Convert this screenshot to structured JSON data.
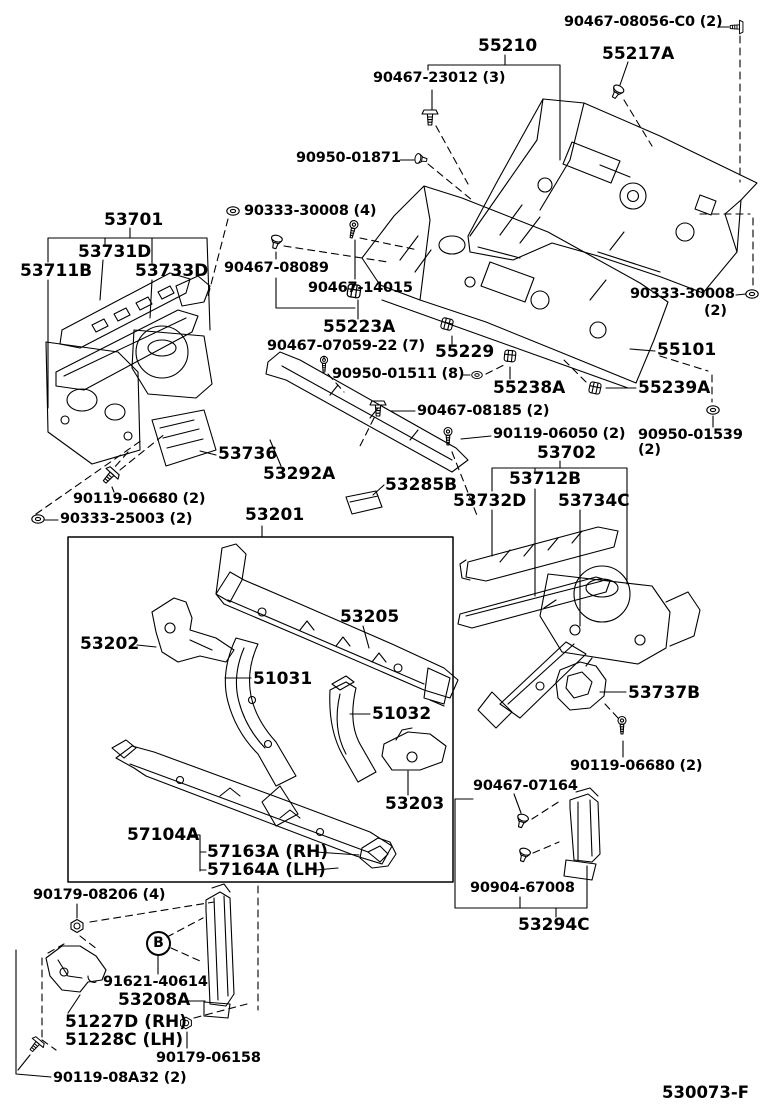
{
  "diagram": {
    "footer_code": "530073-F",
    "callout_letter": "B",
    "colors": {
      "line": "#000000",
      "background": "#ffffff"
    },
    "labels": {
      "l_90467_08056": "90467-08056-C0 (2)",
      "l_55210": "55210",
      "l_55217a": "55217A",
      "l_90467_23012": "90467-23012 (3)",
      "l_90950_01871": "90950-01871",
      "l_90333_30008_4": "90333-30008 (4)",
      "l_53701": "53701",
      "l_53731d": "53731D",
      "l_53711b": "53711B",
      "l_53733d": "53733D",
      "l_90467_08089": "90467-08089",
      "l_90467_14015": "90467-14015",
      "l_90333_30008_2": "90333-30008",
      "l_90333_30008_2_qty": "(2)",
      "l_55223a": "55223A",
      "l_90467_07059": "90467-07059-22 (7)",
      "l_55229": "55229",
      "l_90950_01511": "90950-01511 (8)",
      "l_55238a": "55238A",
      "l_55101": "55101",
      "l_55239a": "55239A",
      "l_90467_08185": "90467-08185 (2)",
      "l_90119_06050": "90119-06050 (2)",
      "l_90950_01539": "90950-01539 (2)",
      "l_53702": "53702",
      "l_53736": "53736",
      "l_53292a": "53292A",
      "l_53712b": "53712B",
      "l_53732d": "53732D",
      "l_53734c": "53734C",
      "l_53285b": "53285B",
      "l_90119_06680_left": "90119-06680 (2)",
      "l_90333_25003": "90333-25003 (2)",
      "l_53201": "53201",
      "l_53202": "53202",
      "l_53205": "53205",
      "l_51031": "51031",
      "l_51032": "51032",
      "l_53203": "53203",
      "l_53737b": "53737B",
      "l_90119_06680_right": "90119-06680 (2)",
      "l_90467_07164": "90467-07164",
      "l_57104a": "57104A",
      "l_57163a": "57163A (RH)",
      "l_57164a": "57164A (LH)",
      "l_90904_67008": "90904-67008",
      "l_53294c": "53294C",
      "l_90179_08206": "90179-08206 (4)",
      "l_91621_40614": "91621-40614",
      "l_53208a": "53208A",
      "l_51227d": "51227D (RH)",
      "l_51228c": "51228C (LH)",
      "l_90179_06158": "90179-06158",
      "l_90119_08a32": "90119-08A32 (2)"
    }
  }
}
